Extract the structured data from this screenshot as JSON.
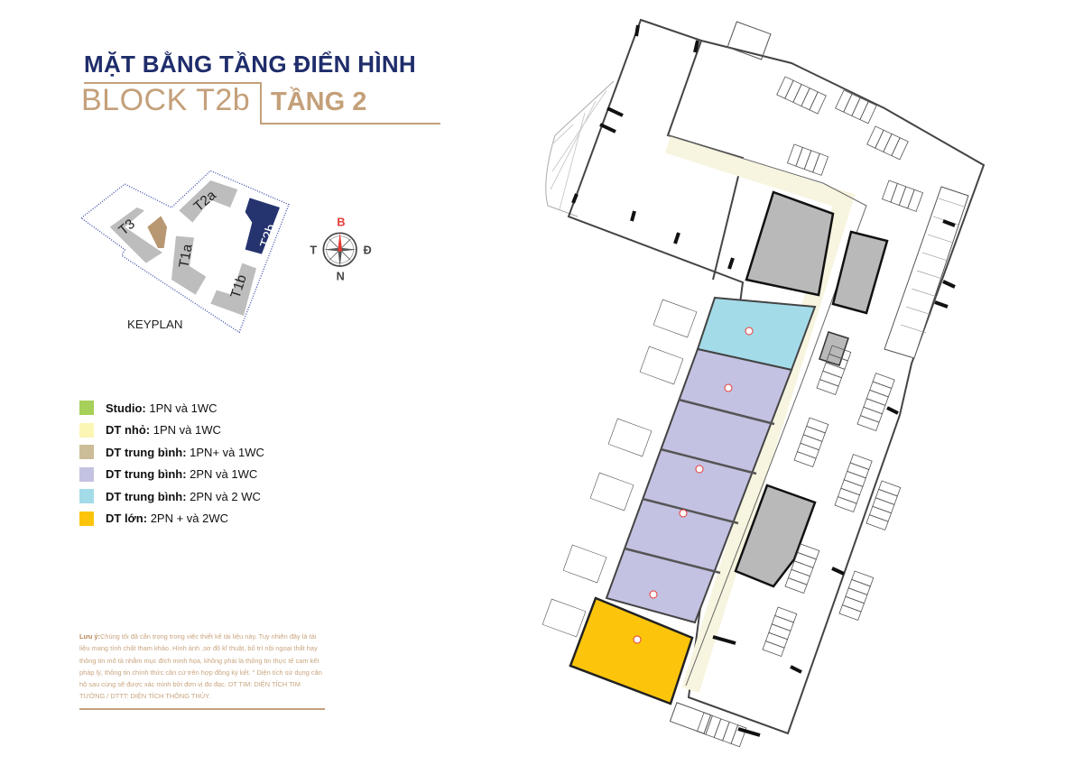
{
  "header": {
    "title": "MẶT BẰNG TẦNG ĐIỂN HÌNH",
    "block": "BLOCK T2b",
    "floor": "TẦNG 2"
  },
  "keyplan": {
    "label": "KEYPLAN",
    "buildings": [
      "T3",
      "T2a",
      "T2b",
      "T1a",
      "T1b"
    ],
    "highlighted": "T2b",
    "compass": {
      "north": "B",
      "south": "N",
      "west": "T",
      "east": "Đ"
    }
  },
  "legend": [
    {
      "name": "Studio:",
      "desc": "1PN và 1WC",
      "color": "#a6d05a"
    },
    {
      "name": "DT nhỏ:",
      "desc": "1PN  và 1WC",
      "color": "#fbf6b4"
    },
    {
      "name": "DT trung bình:",
      "desc": "1PN+ và 1WC",
      "color": "#cbbd98"
    },
    {
      "name": "DT trung bình:",
      "desc": "2PN và 1WC",
      "color": "#c4c2e2"
    },
    {
      "name": "DT trung bình:",
      "desc": "2PN và 2 WC",
      "color": "#a4dbe9"
    },
    {
      "name": "DT lớn:",
      "desc": "2PN + và 2WC",
      "color": "#fcc50b"
    }
  ],
  "note": {
    "label": "Lưu ý:",
    "text": "Chúng tôi đã cẩn trọng trong việc thiết kế tài liệu này. Tuy nhiên đây là tài liệu mang tính chất tham khảo. Hình ảnh ,sơ đồ kĩ thuật, bố trí nội ngoại thất hay thông tin mô tả nhằm mục đích minh họa, không phải là thông tin thực tế cam kết pháp lý, thông tin chính thức căn cứ trên hợp đồng ký kết. \" Diện tích sử dụng căn hộ sau cùng  sẽ được xác minh bởi đơn vị đo đạc. DT TIM: DIỆN TÍCH TIM TƯỜNG /  DTTT: DIỆN TÍCH THÔNG THỦY."
  },
  "colors": {
    "navy": "#1f2d6b",
    "gold": "#c4a07a",
    "corridor": "#f7f4df",
    "core": "#b9b9b9"
  }
}
